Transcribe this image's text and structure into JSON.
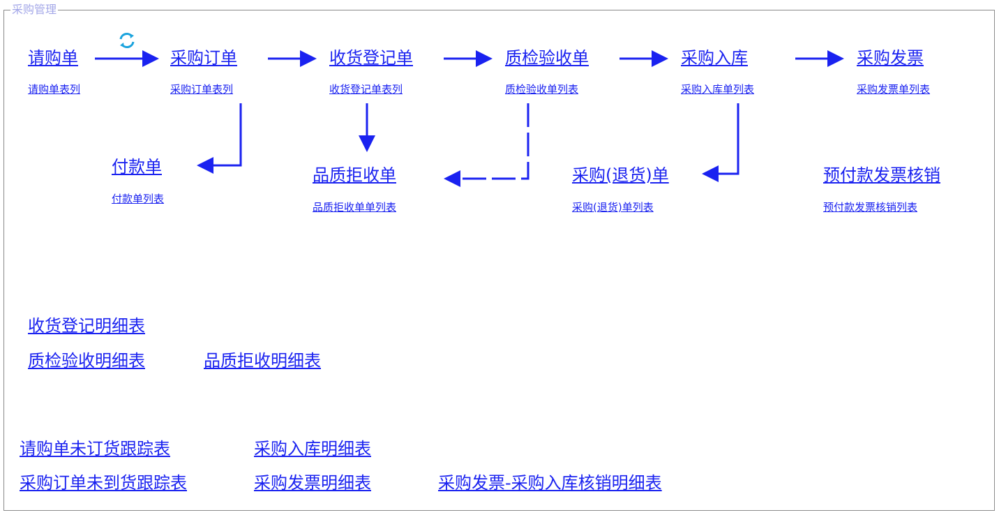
{
  "panel": {
    "legend": "采购管理"
  },
  "flow": {
    "steps": [
      {
        "title": "请购单",
        "list": "请购单表列"
      },
      {
        "title": "采购订单",
        "list": "采购订单表列"
      },
      {
        "title": "收货登记单",
        "list": "收货登记单表列"
      },
      {
        "title": "质检验收单",
        "list": "质检验收单列表"
      },
      {
        "title": "采购入库",
        "list": "采购入库单列表"
      },
      {
        "title": "采购发票",
        "list": "采购发票单列表"
      }
    ],
    "branches": {
      "payment": {
        "title": "付款单",
        "list": "付款单列表"
      },
      "reject": {
        "title": "品质拒收单",
        "list": "品质拒收单单列表"
      },
      "return": {
        "title": "采购(退货)单",
        "list": "采购(退货)单列表"
      },
      "prepay": {
        "title": "预付款发票核销",
        "list": "预付款发票核销列表"
      }
    }
  },
  "reports": {
    "group1": [
      "收货登记明细表",
      "质检验收明细表",
      "品质拒收明细表"
    ],
    "group2": [
      "请购单未订货跟踪表",
      "采购入库明细表",
      "采购订单未到货跟踪表",
      "采购发票明细表",
      "采购发票-采购入库核销明细表"
    ]
  },
  "colors": {
    "link": "#1a22f0",
    "legend": "#a3a7e8",
    "border": "#8a8a8a",
    "refresh": "#1aa3dd"
  },
  "icons": {
    "refresh": "refresh-icon"
  }
}
